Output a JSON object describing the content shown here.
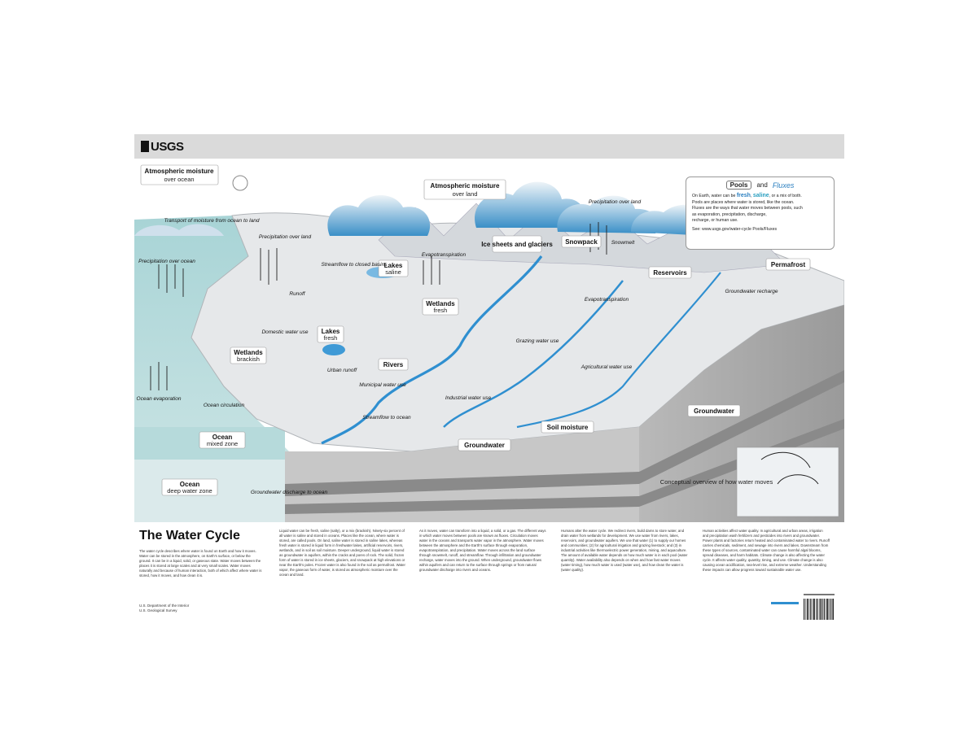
{
  "header": {
    "logo_text": "USGS"
  },
  "legend": {
    "pools": "Pools",
    "and": "and",
    "fluxes": "Fluxes",
    "line1_pre": "On Earth, water can be",
    "fresh": "fresh",
    "line1_mid": ",",
    "saline": "saline",
    "line1_post": ", or a mix of both.",
    "line2": "Pools are places where water is stored, like the ocean.",
    "line3": "Fluxes are the ways that water moves between pools, such",
    "line4": "as evaporation, precipitation, discharge,",
    "line5": "recharge, or human use.",
    "line6": "See: www.usgs.gov/water-cycle Pools/Fluxes"
  },
  "labels": {
    "atm_ocean_t": "Atmospheric moisture",
    "atm_ocean_s": "over ocean",
    "atm_land_t": "Atmospheric moisture",
    "atm_land_s": "over land",
    "transport": "Transport of moisture from ocean to land",
    "precip_land_1": "Precipitation over land",
    "precip_land_2": "Precipitation over land",
    "precip_ocean": "Precipitation over ocean",
    "ocean_evap": "Ocean evaporation",
    "ocean_circ": "Ocean circulation",
    "ocean_mixed_t": "Ocean",
    "ocean_mixed_s": "mixed zone",
    "ocean_deep_t": "Ocean",
    "ocean_deep_s": "deep water zone",
    "ice": "Ice sheets and glaciers",
    "snowpack": "Snowpack",
    "snowmelt": "Snowmelt",
    "reservoirs": "Reservoirs",
    "permafrost": "Permafrost",
    "gw_recharge": "Groundwater recharge",
    "lakes_saline_t": "Lakes",
    "lakes_saline_s": "saline",
    "lakes_fresh_t": "Lakes",
    "lakes_fresh_s": "fresh",
    "wet_fresh_t": "Wetlands",
    "wet_fresh_s": "fresh",
    "wet_brack_t": "Wetlands",
    "wet_brack_s": "brackish",
    "rivers": "Rivers",
    "soil": "Soil moisture",
    "gw_front": "Groundwater",
    "gw_side": "Groundwater",
    "streamflow_basins": "Streamflow to closed basins",
    "streamflow_ocean": "Streamflow to ocean",
    "runoff": "Runoff",
    "evapo_1": "Evapotranspiration",
    "evapo_2": "Evapotranspiration",
    "domestic": "Domestic water use",
    "urban": "Urban runoff",
    "municipal": "Municipal water use",
    "industrial": "Industrial water use",
    "grazing": "Grazing water use",
    "agricultural": "Agricultural water use",
    "gw_discharge": "Groundwater discharge to ocean",
    "inset": "Conceptual overview of how water moves"
  },
  "bottom": {
    "title": "The Water Cycle",
    "col1": "The water cycle describes where water is found on Earth and how it moves. Water can be stored in the atmosphere, on Earth's surface, or below the ground. It can be in a liquid, solid, or gaseous state. Water moves between the places it is stored at large scales and at very small scales. Water moves naturally and because of human interaction, both of which affect where water is stored, how it moves, and how clean it is.",
    "agency1": "U.S. Department of the Interior",
    "agency2": "U.S. Geological Survey",
    "col2": "Liquid water can be fresh, saline (salty), or a mix (brackish). Ninety-six percent of all water is saline and stored in oceans. Places like the ocean, where water is stored, are called pools. On land, saline water is stored in saline lakes, whereas fresh water is stored in liquid form in freshwater lakes, artificial reservoirs, rivers, wetlands, and in soil as soil moisture. Deeper underground, liquid water is stored as groundwater in aquifers, within the cracks and pores of rock. The solid, frozen form of water is stored in ice sheets, glaciers, and snowpack at high elevations or near the Earth's poles. Frozen water is also found in the soil as permafrost. Water vapor, the gaseous form of water, is stored as atmospheric moisture over the ocean and land.",
    "col3": "As it moves, water can transform into a liquid, a solid, or a gas. The different ways in which water moves between pools are known as fluxes. Circulation moves water in the oceans and transports water vapor in the atmosphere. Water moves between the atmosphere and the Earth's surface through evaporation, evapotranspiration, and precipitation. Water moves across the land surface through snowmelt, runoff, and streamflow. Through infiltration and groundwater recharge, water moves into the ground. When underground, groundwater flows within aquifers and can return to the surface through springs or from natural groundwater discharge into rivers and oceans.",
    "col4": "Humans alter the water cycle. We redirect rivers, build dams to store water, and drain water from wetlands for development. We use water from rivers, lakes, reservoirs, and groundwater aquifers. We use that water (1) to supply our homes and communities; (2) for agricultural irrigation and grazing livestock; and (3) in industrial activities like thermoelectric power generation, mining, and aquaculture. The amount of available water depends on how much water is in each pool (water quantity). Water availability also depends on when and how fast water moves (water timing), how much water is used (water use), and how clean the water is (water quality).",
    "col5": "Human activities affect water quality. In agricultural and urban areas, irrigation and precipitation wash fertilizers and pesticides into rivers and groundwater. Power plants and factories return heated and contaminated water to rivers. Runoff carries chemicals, sediment, and sewage into rivers and lakes. Downstream from these types of sources, contaminated water can cause harmful algal blooms, spread diseases, and harm habitats. Climate change is also affecting the water cycle. It affects water quality, quantity, timing, and use. Climate change is also causing ocean acidification, sea-level rise, and extreme weather. Understanding these impacts can allow progress toward sustainable water use."
  }
}
